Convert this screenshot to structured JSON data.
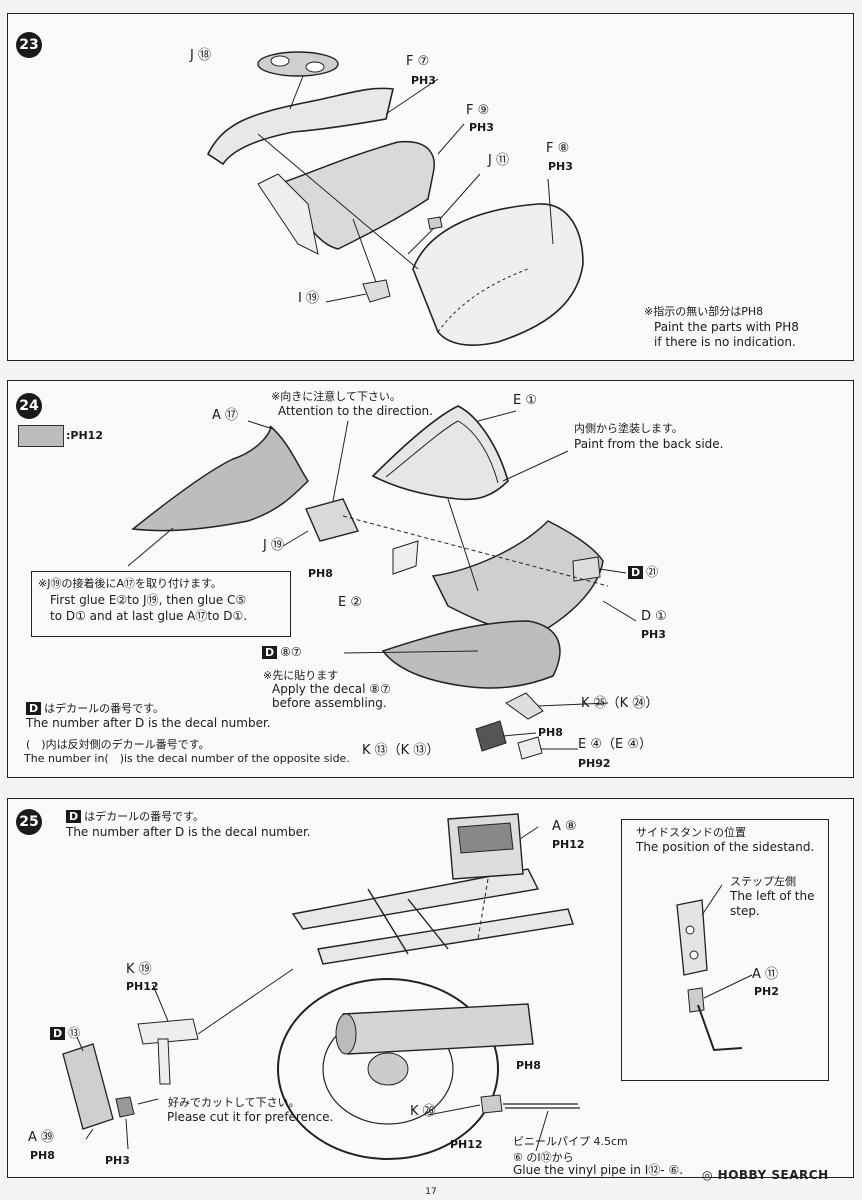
{
  "step23": {
    "number": "23",
    "parts": {
      "j18": "J ⑱",
      "f7": "F ⑦",
      "f7_paint": "PH3",
      "f9": "F ⑨",
      "f9_paint": "PH3",
      "j11": "J ⑪",
      "f8": "F ⑧",
      "f8_paint": "PH3",
      "i19": "I ⑲"
    },
    "note_jp": "※指示の無い部分はPH8",
    "note_en_1": "Paint the parts with PH8",
    "note_en_2": "if there is no indication."
  },
  "step24": {
    "number": "24",
    "legend_paint": ":PH12",
    "attention_jp": "※向きに注意して下さい。",
    "attention_en": "Attention to the direction.",
    "a17": "A ⑰",
    "e1": "E ①",
    "paint_back_jp": "内側から塗装します。",
    "paint_back_en": "Paint from the back side.",
    "j19": "J ⑲",
    "j19_paint": "PH8",
    "e2": "E ②",
    "d21": "㉑",
    "d1": "D ①",
    "d1_paint": "PH3",
    "glue_jp": "※J⑲の接着後にA⑰を取り付けます。",
    "glue_en_1": "First glue E②to J⑲, then glue C⑤",
    "glue_en_2": "to D① and at last glue A⑰to D①.",
    "decal87": "⑧⑦",
    "decal_first_jp": "※先に貼ります",
    "decal_first_en_1": "Apply the decal ⑧⑦",
    "decal_first_en_2": "before assembling.",
    "k25": "K ㉕（K ㉔）",
    "k_paint": "PH8",
    "k13": "K ⑬（K ⑬）",
    "e4": "E ④（E ④）",
    "e4_paint": "PH92",
    "decal_num_jp": "はデカールの番号です。",
    "decal_num_en": "The number after D is the decal number.",
    "opposite_jp": "(　)内は反対側のデカール番号です。",
    "opposite_en": "The number in(　)is the decal number of the opposite side."
  },
  "step25": {
    "number": "25",
    "decal_num_jp": "はデカールの番号です。",
    "decal_num_en": "The number after D is the decal number.",
    "a8": "A ⑧",
    "a8_paint": "PH12",
    "k19": "K ⑲",
    "k19_paint": "PH12",
    "d13": "⑬",
    "a39": "A ㊴",
    "a39_paint": "PH8",
    "h3": "PH3",
    "cut_jp": "好みでカットして下さい。",
    "cut_en": "Please cut it for preference.",
    "k26": "K ㉖",
    "k26_paint_top": "PH8",
    "k26_paint_bottom": "PH12",
    "vinyl_jp": "ビニールパイプ 4.5cm",
    "vinyl_jp2": "⑥ のI⑫から",
    "vinyl_en": "Glue the vinyl pipe in I⑫- ⑥.",
    "sidestand_jp": "サイドスタンドの位置",
    "sidestand_en": "The position of the sidestand.",
    "step_jp": "ステップ左側",
    "step_en_1": "The left of the",
    "step_en_2": "step.",
    "a11": "A ⑪",
    "a11_paint": "PH2"
  },
  "footer": {
    "page": "17",
    "logo": "HOBBY SEARCH"
  }
}
